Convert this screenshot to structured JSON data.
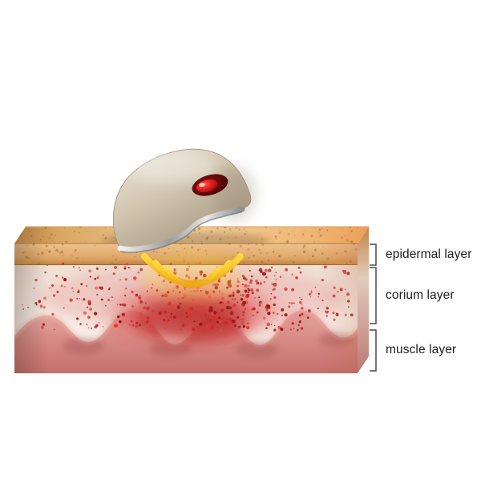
{
  "diagram": {
    "labels": [
      {
        "id": "epidermal",
        "text": "epidermal layer"
      },
      {
        "id": "corium",
        "text": "corium layer"
      },
      {
        "id": "muscle",
        "text": "muscle layer"
      }
    ]
  },
  "colors": {
    "background": "#ffffff",
    "label_text": "#1c1c1c",
    "device_body_light": "#ece5d8",
    "device_body_dark": "#b2a58d",
    "device_rim_silver": "#d7d7d7",
    "indicator_red": "#e02424",
    "wave_yellow": "#f6c520",
    "epidermis_tan": "#ecbf87",
    "corium_white": "#f7efe8",
    "muscle_pink": "#dc9a94",
    "glow_red": "#cc2a2a"
  }
}
